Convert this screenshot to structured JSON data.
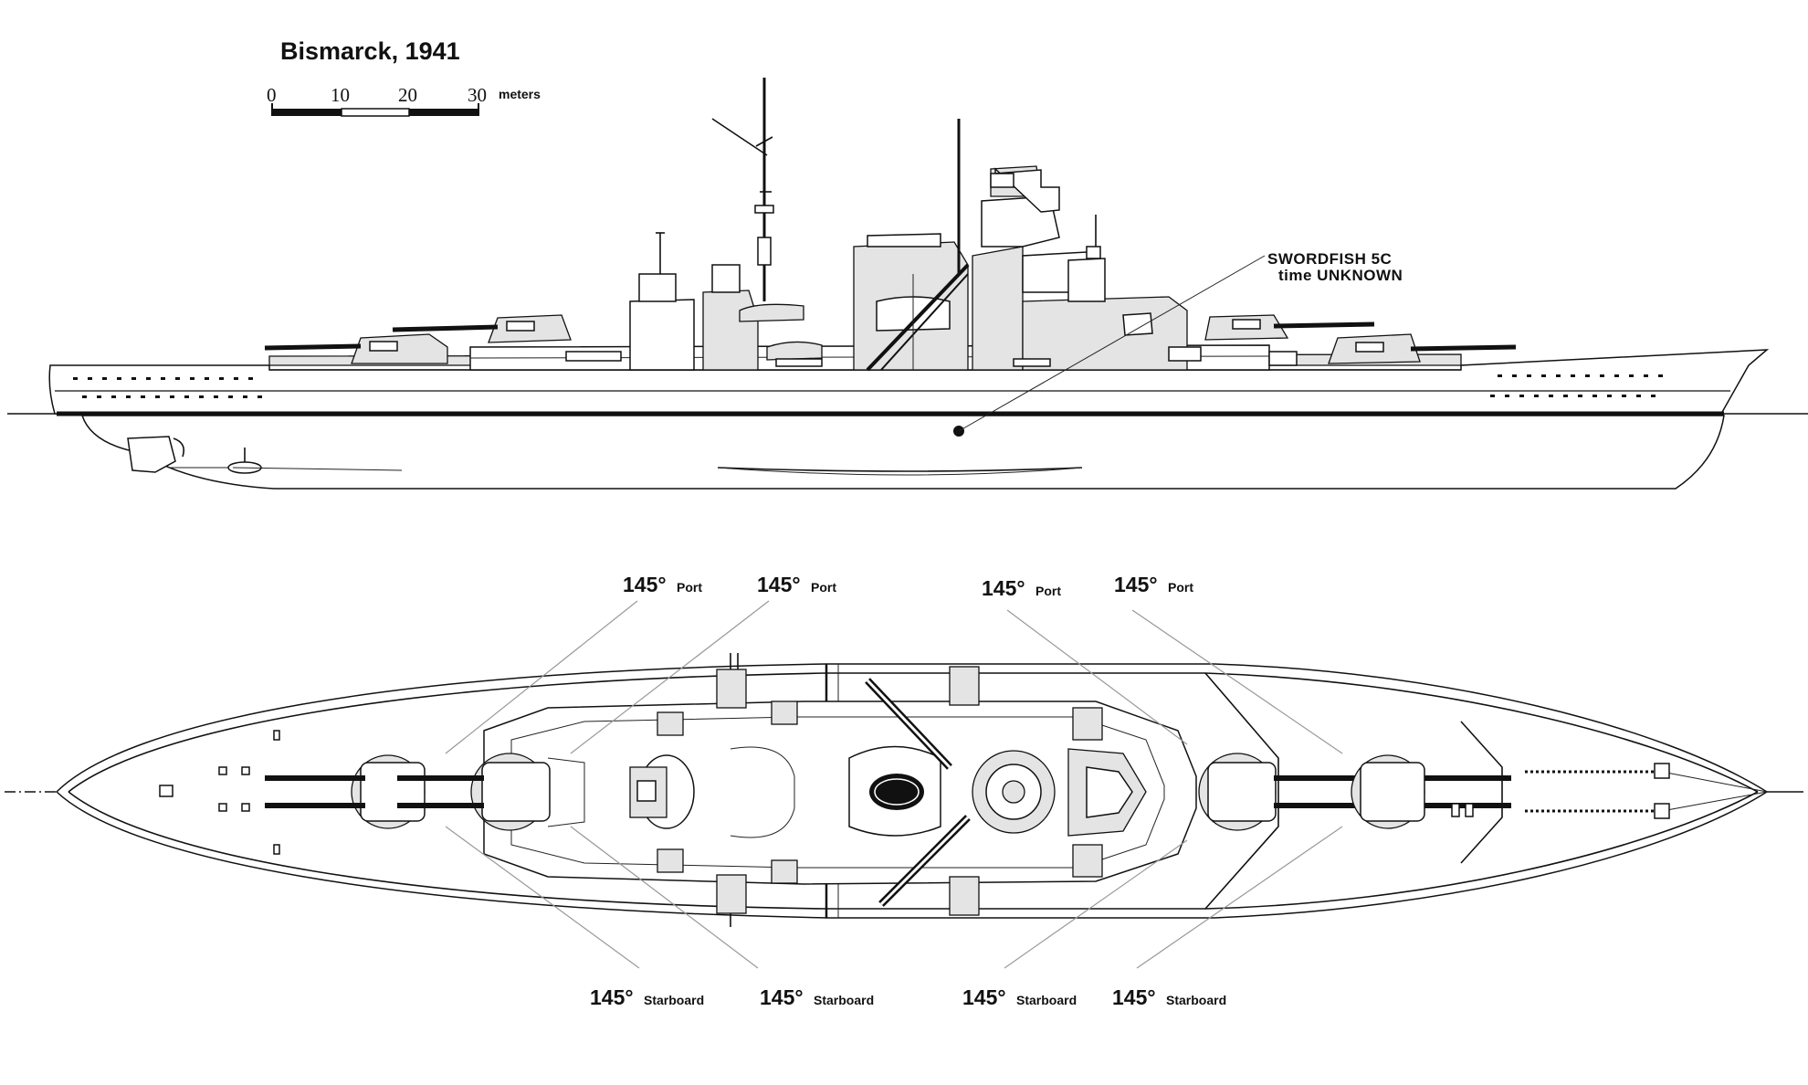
{
  "diagram": {
    "title": "Bismarck, 1941",
    "scale_bar": {
      "ticks": [
        "0",
        "10",
        "20",
        "30"
      ],
      "unit": "meters"
    },
    "hit_annotation": {
      "line1": "SWORDFISH 5C",
      "line2": "time UNKNOWN"
    },
    "arc_labels_port": [
      {
        "degrees": "145°",
        "side": "Port"
      },
      {
        "degrees": "145°",
        "side": "Port"
      },
      {
        "degrees": "145°",
        "side": "Port"
      },
      {
        "degrees": "145°",
        "side": "Port"
      }
    ],
    "arc_labels_starboard": [
      {
        "degrees": "145°",
        "side": "Starboard"
      },
      {
        "degrees": "145°",
        "side": "Starboard"
      },
      {
        "degrees": "145°",
        "side": "Starboard"
      },
      {
        "degrees": "145°",
        "side": "Starboard"
      }
    ]
  }
}
